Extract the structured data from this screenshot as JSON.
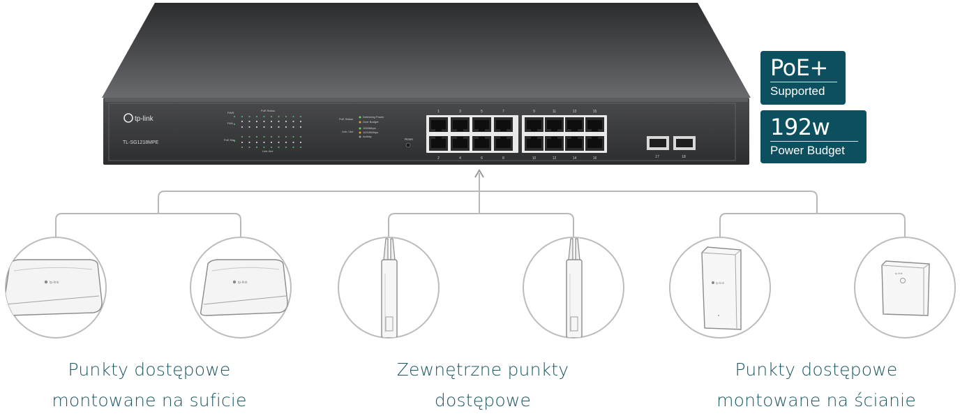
{
  "switch": {
    "brand": "tp-link",
    "model": "TL-SG1218MPE",
    "led_labels": {
      "pwr": "PWR",
      "fan": "FAN",
      "poe_max": "PoE Max",
      "poe_status": "PoE Status",
      "link_act": "Link /Act"
    },
    "legend": {
      "poe_status": "PoE Status",
      "delivering": "Delivering Power",
      "over_budget": "Over Budget",
      "link_act": "Link / Act",
      "speed_1000": "1000Mbps",
      "speed_10_100": "10/100Mbps",
      "activity": "Activity"
    },
    "reset_label": "Reset",
    "port_top_numbers": [
      "1",
      "3",
      "5",
      "7",
      "9",
      "11",
      "13",
      "15"
    ],
    "port_bottom_numbers": [
      "2",
      "4",
      "6",
      "8",
      "10",
      "12",
      "14",
      "16"
    ],
    "sfp_numbers": [
      "17",
      "18"
    ]
  },
  "badges": {
    "poe": {
      "title": "PoE+",
      "subtitle": "Supported"
    },
    "budget": {
      "title": "192w",
      "subtitle": "Power Budget"
    }
  },
  "captions": {
    "ceiling": {
      "line1": "Punkty dostępowe",
      "line2": "montowane na suficie"
    },
    "outdoor": {
      "line1": "Zewnętrzne punkty",
      "line2": "dostępowe"
    },
    "wall": {
      "line1": "Punkty dostępowe",
      "line2": "montowane na ścianie"
    }
  },
  "devices": {
    "ceiling_ap_logo": "tp-link",
    "wall_ap_logo": "tp-link"
  },
  "colors": {
    "badge_bg": "#0c4f5e",
    "caption_text": "#1b5763",
    "line_color": "#b8b8b8",
    "switch_body": "#3a3b3d"
  }
}
